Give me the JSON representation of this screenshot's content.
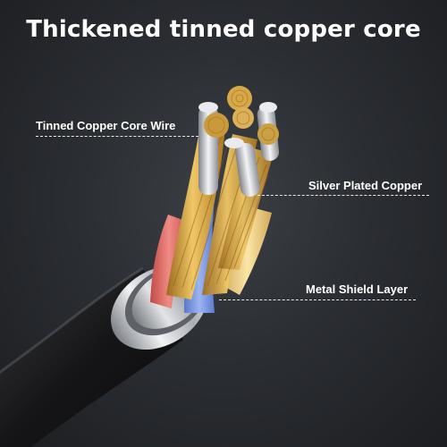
{
  "title": "Thickened tinned copper core",
  "callouts": {
    "tinned_core": "Tinned Copper Core Wire",
    "silver_plated": "Silver Plated Copper",
    "metal_shield": "Metal Shield Layer"
  },
  "colors": {
    "background": "#2b2e33",
    "jacket": "#1a1a1c",
    "copper": "#d7a948",
    "blue_insulation": "#7c9ce6",
    "red_insulation": "#e7706a",
    "cream_insulation": "#f1d48e",
    "shield": "#cfd2d6"
  }
}
